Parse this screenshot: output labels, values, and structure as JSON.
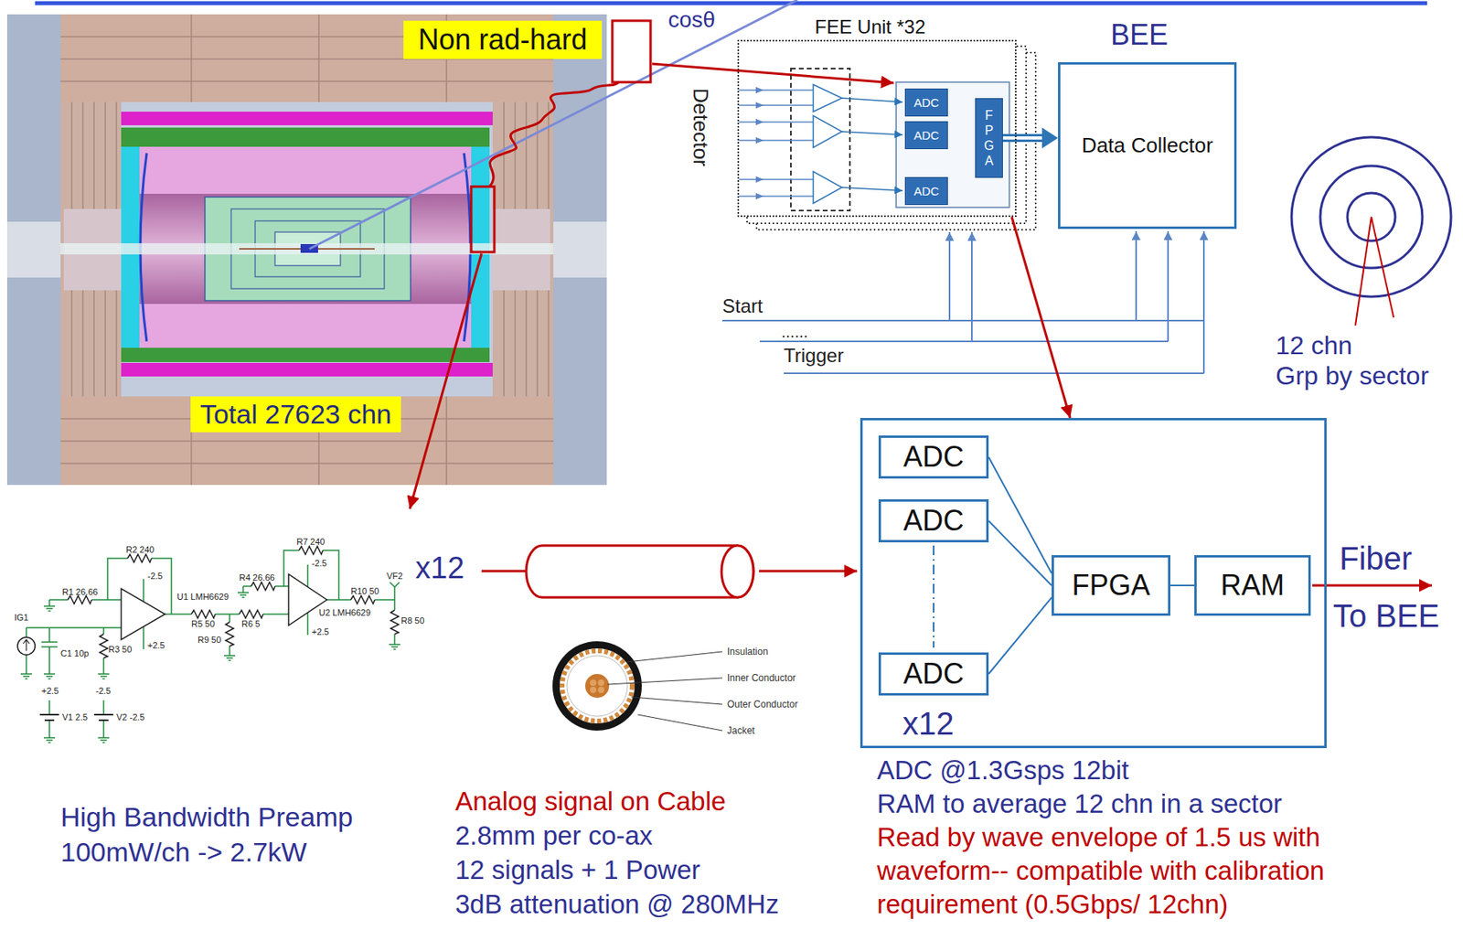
{
  "diagram": {
    "nodes": [
      {
        "text": [
          "Non rad-hard"
        ]
      },
      {
        "text": [
          "Total 27623 chn"
        ]
      },
      {
        "text": [
          "FEE Unit *32"
        ]
      },
      {
        "text": [
          "ADC"
        ],
        "in": 2
      },
      {
        "text": [
          "ADC"
        ],
        "in": 2
      },
      {
        "text": [
          "ADC"
        ],
        "in": 2
      },
      {
        "text": [
          "FPGA"
        ],
        "in": 2
      },
      {
        "text": [
          "Data Collector"
        ]
      },
      {
        "text": [
          "x12"
        ]
      },
      {
        "text": [
          "ADC"
        ],
        "in": 8
      },
      {
        "text": [
          "ADC"
        ],
        "in": 8
      },
      {
        "text": [
          "ADC"
        ],
        "in": 8
      },
      {
        "text": [
          "FPGA"
        ],
        "in": 8
      },
      {
        "text": [
          "RAM"
        ],
        "in": 8
      }
    ],
    "edges": [
      {
        "from": 6,
        "to": 7,
        "arrow": "to"
      },
      {
        "from": 2,
        "to": 8,
        "arrow": "to"
      },
      {
        "from": 9,
        "to": 12,
        "arrow": "none"
      },
      {
        "from": 10,
        "to": 12,
        "arrow": "none"
      },
      {
        "from": 11,
        "to": 12,
        "arrow": "none"
      },
      {
        "from": 12,
        "to": 13,
        "arrow": "none"
      }
    ],
    "labels": [
      "cosθ",
      "Detector",
      "BEE",
      "Start",
      "......",
      "Trigger",
      "12 chn",
      "Grp by sector",
      "x12",
      "Insulation",
      "Inner Conductor",
      "Outer Conductor",
      "Jacket",
      "Fiber",
      "To BEE",
      "High Bandwidth Preamp",
      "100mW/ch -> 2.7kW",
      "Analog signal on Cable",
      "2.8mm per co-ax",
      "12 signals + 1 Power",
      "3dB attenuation @ 280MHz",
      "ADC @1.3Gsps 12bit",
      "RAM to average 12 chn in a sector",
      "Read by wave envelope of 1.5 us with",
      "waveform-- compatible with calibration",
      "requirement (0.5Gbps/ 12chn)",
      "R2 240",
      "R1 26.66",
      "U1 LMH6629",
      "-2.5",
      "+2.5",
      "IG1",
      "C1 10p",
      "R3 50",
      "R5 50",
      "R9 50",
      "R4 26.66",
      "R6 5",
      "R7 240",
      "U2 LMH6629",
      "-2.5",
      "+2.5",
      "VF2",
      "R10 50",
      "R8 50",
      "+2.5",
      "-2.5",
      "V1 2.5",
      "V2 -2.5"
    ]
  }
}
